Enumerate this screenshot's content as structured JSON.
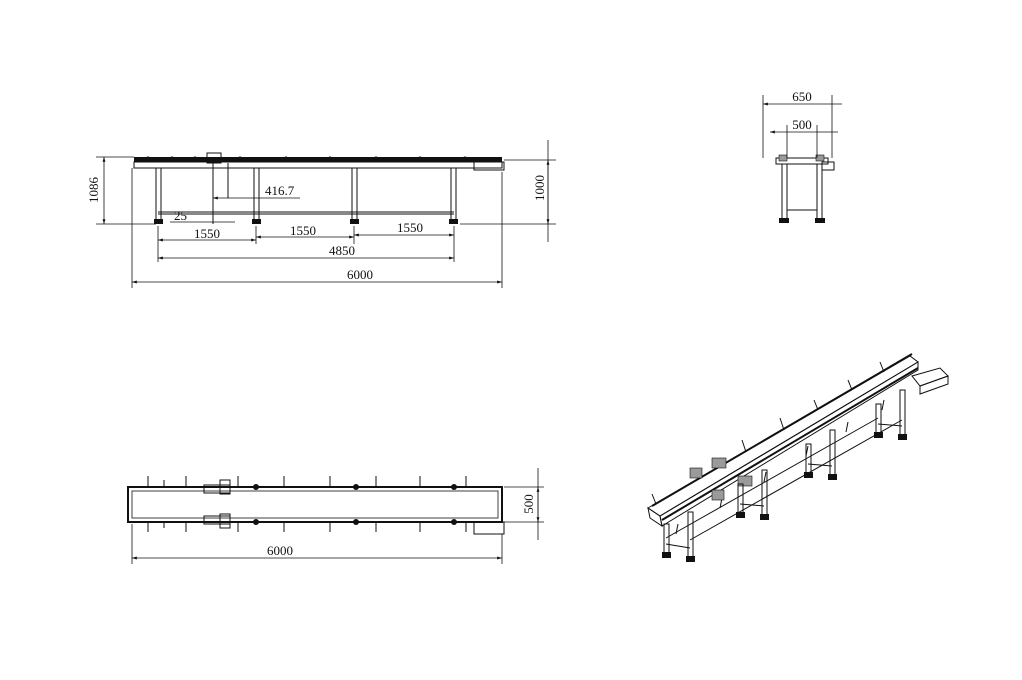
{
  "drawing": {
    "front_view": {
      "dim_height_overall": "1086",
      "dim_height_belt": "1000",
      "dim_offset": "416.7",
      "dim_small": "25",
      "dim_span_1": "1550",
      "dim_span_2": "1550",
      "dim_span_3": "1550",
      "dim_leg_total": "4850",
      "dim_length_total": "6000"
    },
    "side_view": {
      "dim_width_overall": "650",
      "dim_width_belt": "500"
    },
    "top_view": {
      "dim_width": "500",
      "dim_length": "6000"
    }
  }
}
